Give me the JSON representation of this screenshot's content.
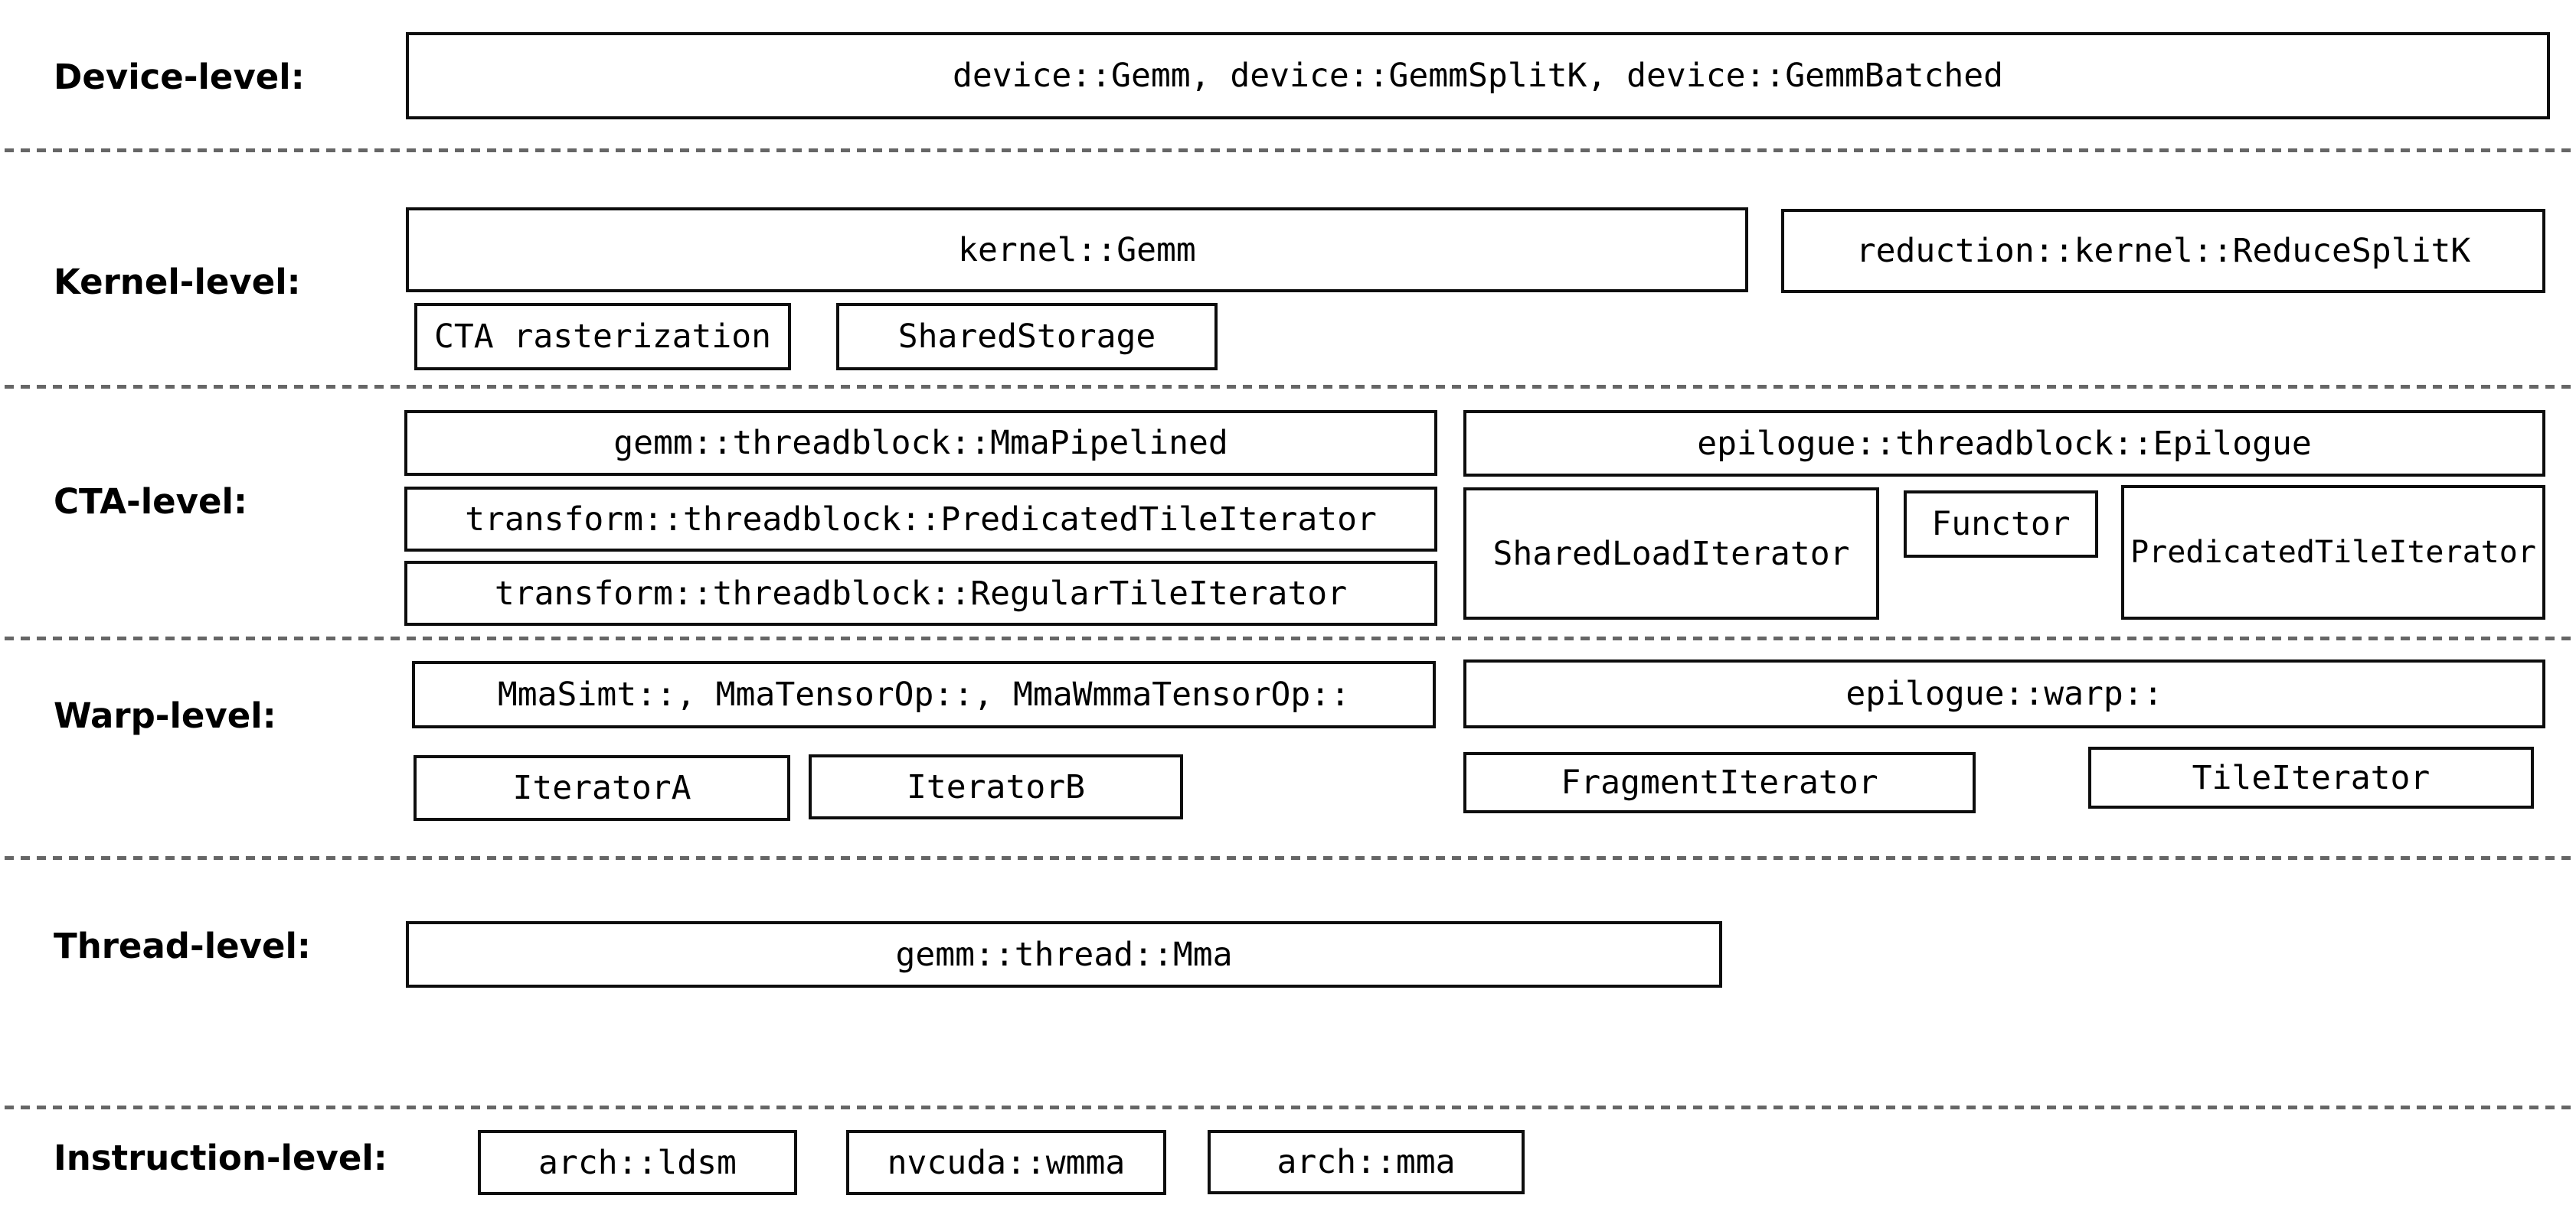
{
  "colors": {
    "background": "#ffffff",
    "box_border": "#0d0d0d",
    "separator": "#666666",
    "text": "#000000"
  },
  "levels": [
    {
      "label": "Device-level:",
      "boxes": [
        {
          "name": "device-gemm",
          "label": "device::Gemm, device::GemmSplitK, device::GemmBatched"
        }
      ]
    },
    {
      "label": "Kernel-level:",
      "boxes": [
        {
          "name": "kernel-gemm",
          "label": "kernel::Gemm"
        },
        {
          "name": "reduction-kernel-reduce-splitk",
          "label": "reduction::kernel::ReduceSplitK"
        },
        {
          "name": "cta-rasterization",
          "label": "CTA rasterization"
        },
        {
          "name": "shared-storage",
          "label": "SharedStorage"
        }
      ]
    },
    {
      "label": "CTA-level:",
      "boxes": [
        {
          "name": "gemm-threadblock-mma-pipelined",
          "label": "gemm::threadblock::MmaPipelined"
        },
        {
          "name": "epilogue-threadblock-epilogue",
          "label": "epilogue::threadblock::Epilogue"
        },
        {
          "name": "transform-threadblock-predicated-tile-iterator",
          "label": "transform::threadblock::PredicatedTileIterator"
        },
        {
          "name": "transform-threadblock-regular-tile-iterator",
          "label": "transform::threadblock::RegularTileIterator"
        },
        {
          "name": "shared-load-iterator",
          "label": "SharedLoadIterator"
        },
        {
          "name": "functor",
          "label": "Functor"
        },
        {
          "name": "predicated-tile-iterator",
          "label": "PredicatedTileIterator"
        }
      ]
    },
    {
      "label": "Warp-level:",
      "boxes": [
        {
          "name": "mma-variants",
          "label": "MmaSimt::, MmaTensorOp::, MmaWmmaTensorOp::"
        },
        {
          "name": "epilogue-warp",
          "label": "epilogue::warp::"
        },
        {
          "name": "iterator-a",
          "label": "IteratorA"
        },
        {
          "name": "iterator-b",
          "label": "IteratorB"
        },
        {
          "name": "fragment-iterator",
          "label": "FragmentIterator"
        },
        {
          "name": "tile-iterator",
          "label": "TileIterator"
        }
      ]
    },
    {
      "label": "Thread-level:",
      "boxes": [
        {
          "name": "gemm-thread-mma",
          "label": "gemm::thread::Mma"
        }
      ]
    },
    {
      "label": "Instruction-level:",
      "boxes": [
        {
          "name": "arch-ldsm",
          "label": "arch::ldsm"
        },
        {
          "name": "nvcuda-wmma",
          "label": "nvcuda::wmma"
        },
        {
          "name": "arch-mma",
          "label": "arch::mma"
        }
      ]
    }
  ]
}
